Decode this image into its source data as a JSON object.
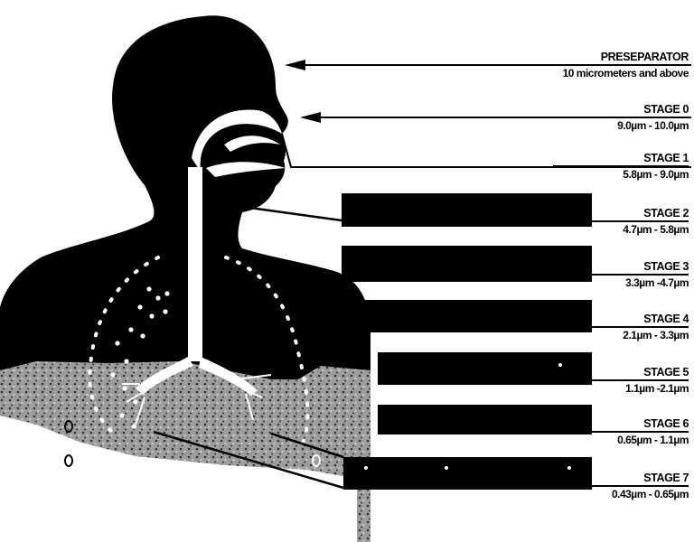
{
  "stages": [
    {
      "name": "PRESEPARATOR",
      "range": "10 micrometers and above"
    },
    {
      "name": "STAGE 0",
      "range": "9.0µm - 10.0µm"
    },
    {
      "name": "STAGE 1",
      "range": "5.8µm - 9.0µm"
    },
    {
      "name": "STAGE 2",
      "range": "4.7µm - 5.8µm"
    },
    {
      "name": "STAGE 3",
      "range": "3.3µm -4.7µm"
    },
    {
      "name": "STAGE 4",
      "range": "2.1µm - 3.3µm"
    },
    {
      "name": "STAGE 5",
      "range": "1.1µm -2.1µm"
    },
    {
      "name": "STAGE 6",
      "range": "0.65µm - 1.1µm"
    },
    {
      "name": "STAGE 7",
      "range": "0.43µm - 0.65µm"
    }
  ],
  "colors": {
    "ink": "#000000",
    "paper": "#ffffff",
    "speckle": "#8a8a8a"
  }
}
